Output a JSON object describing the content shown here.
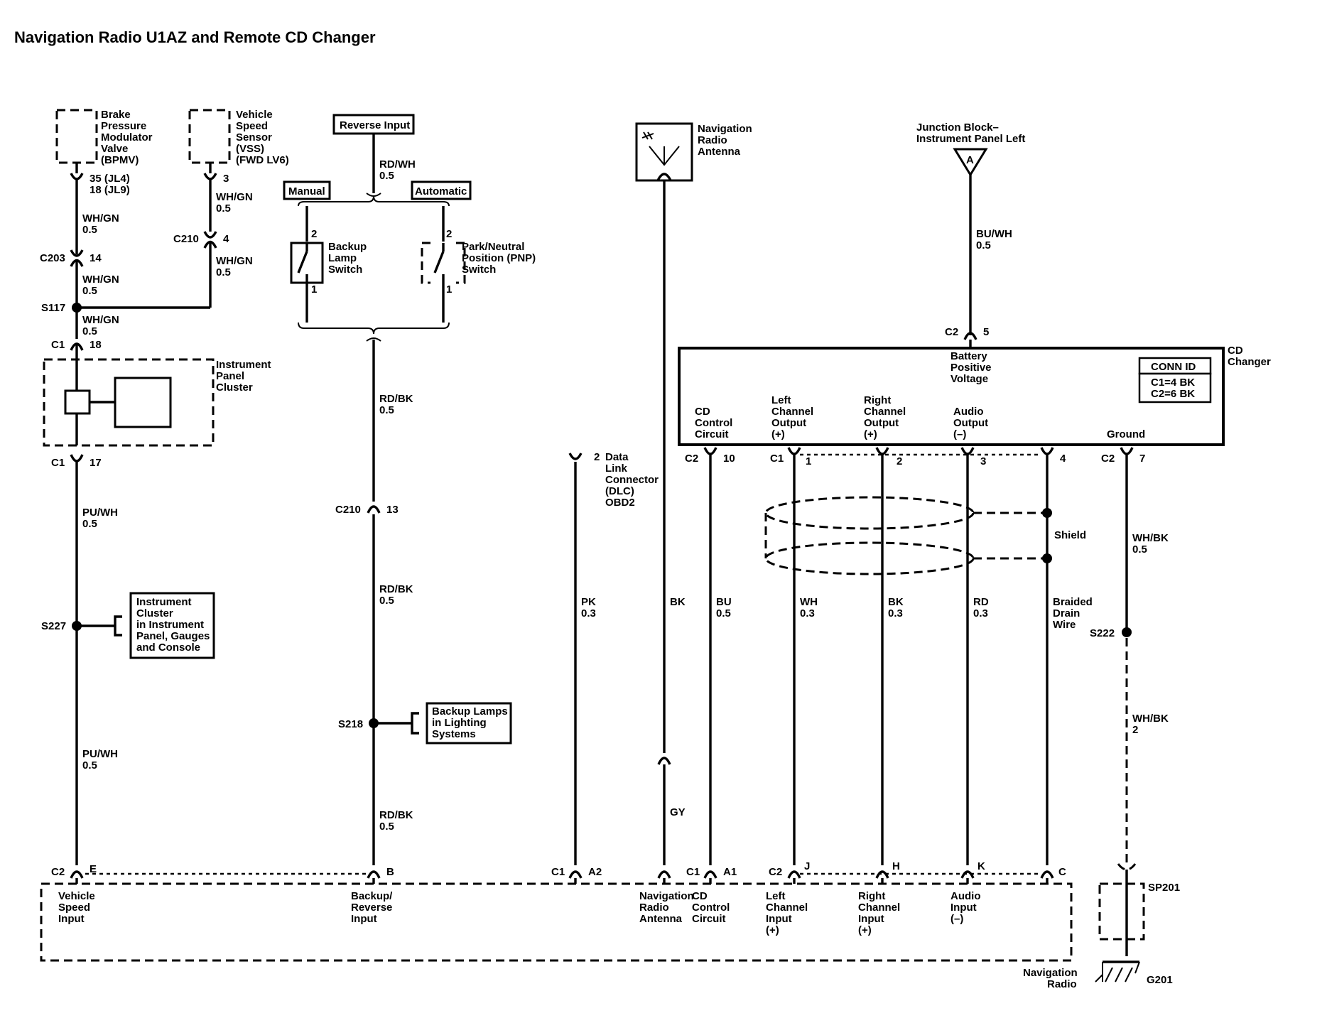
{
  "title": "Navigation Radio U1AZ and Remote CD Changer",
  "components": {
    "bpmv": [
      "Brake",
      "Pressure",
      "Modulator",
      "Valve",
      "(BPMV)"
    ],
    "vss": [
      "Vehicle",
      "Speed",
      "Sensor",
      "(VSS)",
      "(FWD LV6)"
    ],
    "reverse_input": "Reverse Input",
    "manual": "Manual",
    "automatic": "Automatic",
    "backup_lamp_switch": [
      "Backup",
      "Lamp",
      "Switch"
    ],
    "pnp_switch": [
      "Park/Neutral",
      "Position (PNP)",
      "Switch"
    ],
    "nav_antenna": [
      "Navigation",
      "Radio",
      "Antenna"
    ],
    "junction_block": [
      "Junction Block–",
      "Instrument Panel Left"
    ],
    "junction_letter": "A",
    "instrument_panel_cluster": [
      "Instrument",
      "Panel",
      "Cluster"
    ],
    "instrument_cluster_ref": [
      "Instrument",
      "Cluster",
      "in Instrument",
      "Panel, Gauges",
      "and Console"
    ],
    "backup_lamps_ref": [
      "Backup Lamps",
      "in Lighting",
      "Systems"
    ],
    "dlc": [
      "Data",
      "Link",
      "Connector",
      "(DLC)",
      "OBD2"
    ],
    "cd_changer": [
      "CD",
      "Changer"
    ],
    "battery_positive": [
      "Battery",
      "Positive",
      "Voltage"
    ],
    "conn_id_title": "CONN ID",
    "conn_id_lines": [
      "C1=4 BK",
      "C2=6 BK"
    ],
    "cd_control_circuit": [
      "CD",
      "Control",
      "Circuit"
    ],
    "left_channel_output": [
      "Left",
      "Channel",
      "Output",
      "(+)"
    ],
    "right_channel_output": [
      "Right",
      "Channel",
      "Output",
      "(+)"
    ],
    "audio_output": [
      "Audio",
      "Output",
      "(–)"
    ],
    "ground": "Ground",
    "shield": "Shield",
    "braided_drain": [
      "Braided",
      "Drain",
      "Wire"
    ],
    "nav_radio": [
      "Navigation",
      "Radio"
    ],
    "sp201": "SP201",
    "g201": "G201"
  },
  "radio_inputs": {
    "vehicle_speed_input": [
      "Vehicle",
      "Speed",
      "Input"
    ],
    "backup_reverse_input": [
      "Backup/",
      "Reverse",
      "Input"
    ],
    "navigation_radio_antenna": [
      "Navigation",
      "Radio",
      "Antenna"
    ],
    "cd_control_circuit": [
      "CD",
      "Control",
      "Circuit"
    ],
    "left_channel_input": [
      "Left",
      "Channel",
      "Input",
      "(+)"
    ],
    "right_channel_input": [
      "Right",
      "Channel",
      "Input",
      "(+)"
    ],
    "audio_input": [
      "Audio",
      "Input",
      "(–)"
    ]
  },
  "connectors": {
    "bpmv_pin": [
      "35 (JL4)",
      "18 (JL9)"
    ],
    "vss_pin": "3",
    "c203": "C203",
    "c203_pin": "14",
    "c210_a": "C210",
    "c210_a_pin": "4",
    "s117": "S117",
    "c1_18": "C1",
    "c1_18_pin": "18",
    "c1_17": "C1",
    "c1_17_pin": "17",
    "s227": "S227",
    "c210_b": "C210",
    "c210_b_pin": "13",
    "s218": "S218",
    "dlc_pin": "2",
    "c2_5": "C2",
    "c2_5_pin": "5",
    "c2_10": "C2",
    "c2_10_pin": "10",
    "c1_top": "C1",
    "cd_pin_1": "1",
    "cd_pin_2": "2",
    "cd_pin_3": "3",
    "cd_pin_4": "4",
    "c2_7": "C2",
    "c2_7_pin": "7",
    "s222": "S222",
    "sw_pin_2a": "2",
    "sw_pin_1a": "1",
    "sw_pin_2b": "2",
    "sw_pin_1b": "1",
    "c2_e": "C2",
    "pin_e": "E",
    "pin_b": "B",
    "c1_a2": "C1",
    "pin_a2": "A2",
    "c1_a1": "C1",
    "pin_a1": "A1",
    "c2_j": "C2",
    "pin_j": "J",
    "pin_h": "H",
    "pin_k": "K",
    "pin_c": "C"
  },
  "wires": {
    "wh_gn_1": [
      "WH/GN",
      "0.5"
    ],
    "wh_gn_2": [
      "WH/GN",
      "0.5"
    ],
    "wh_gn_3": [
      "WH/GN",
      "0.5"
    ],
    "wh_gn_4": [
      "WH/GN",
      "0.5"
    ],
    "wh_gn_5": [
      "WH/GN",
      "0.5"
    ],
    "rd_wh": [
      "RD/WH",
      "0.5"
    ],
    "rd_bk_1": [
      "RD/BK",
      "0.5"
    ],
    "rd_bk_2": [
      "RD/BK",
      "0.5"
    ],
    "rd_bk_3": [
      "RD/BK",
      "0.5"
    ],
    "pu_wh_1": [
      "PU/WH",
      "0.5"
    ],
    "pu_wh_2": [
      "PU/WH",
      "0.5"
    ],
    "bu_wh": [
      "BU/WH",
      "0.5"
    ],
    "pk": [
      "PK",
      "0.3"
    ],
    "bk": [
      "BK"
    ],
    "gy": [
      "GY"
    ],
    "bu": [
      "BU",
      "0.5"
    ],
    "wh": [
      "WH",
      "0.3"
    ],
    "bk_03": [
      "BK",
      "0.3"
    ],
    "rd": [
      "RD",
      "0.3"
    ],
    "wh_bk_1": [
      "WH/BK",
      "0.5"
    ],
    "wh_bk_2": [
      "WH/BK",
      "2"
    ]
  }
}
